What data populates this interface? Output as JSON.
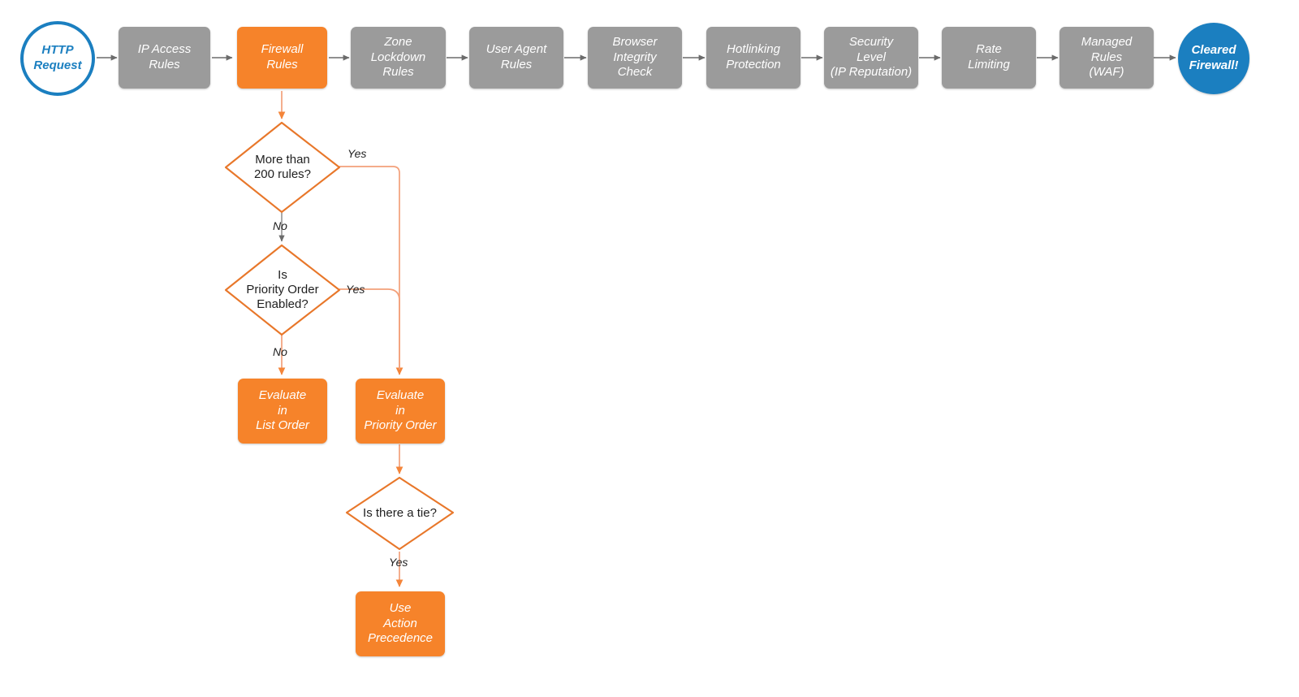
{
  "diagram": {
    "title": "Cloudflare request firewall evaluation order",
    "colors": {
      "gray_box": "#9b9b9b",
      "orange_box": "#f6832a",
      "blue": "#1b7fc0",
      "connector_gray": "#6b6b6b",
      "connector_orange": "#f3a07a",
      "text_dark": "#1f1f1f",
      "background": "#ffffff"
    },
    "pipeline": [
      {
        "id": "http-request",
        "label": "HTTP\nRequest",
        "shape": "circle-outline",
        "color": "#1b7fc0"
      },
      {
        "id": "ip-access-rules",
        "label": "IP Access\nRules",
        "shape": "box",
        "color": "#9b9b9b"
      },
      {
        "id": "firewall-rules",
        "label": "Firewall\nRules",
        "shape": "box",
        "color": "#f6832a"
      },
      {
        "id": "zone-lockdown-rules",
        "label": "Zone\nLockdown\nRules",
        "shape": "box",
        "color": "#9b9b9b"
      },
      {
        "id": "user-agent-rules",
        "label": "User Agent\nRules",
        "shape": "box",
        "color": "#9b9b9b"
      },
      {
        "id": "browser-integrity",
        "label": "Browser\nIntegrity\nCheck",
        "shape": "box",
        "color": "#9b9b9b"
      },
      {
        "id": "hotlinking",
        "label": "Hotlinking\nProtection",
        "shape": "box",
        "color": "#9b9b9b"
      },
      {
        "id": "security-level",
        "label": "Security\nLevel\n(IP Reputation)",
        "shape": "box",
        "color": "#9b9b9b"
      },
      {
        "id": "rate-limiting",
        "label": "Rate\nLimiting",
        "shape": "box",
        "color": "#9b9b9b"
      },
      {
        "id": "managed-rules",
        "label": "Managed\nRules\n(WAF)",
        "shape": "box",
        "color": "#9b9b9b"
      },
      {
        "id": "cleared-firewall",
        "label": "Cleared\nFirewall!",
        "shape": "circle-filled",
        "color": "#1b7fc0"
      }
    ],
    "decisions": [
      {
        "id": "more-than-200-rules",
        "label": "More than\n200 rules?"
      },
      {
        "id": "is-priority-order-enabled",
        "label": "Is\nPriority Order\nEnabled?"
      },
      {
        "id": "is-there-a-tie",
        "label": "Is there a tie?"
      }
    ],
    "actions": [
      {
        "id": "evaluate-in-list-order",
        "label": "Evaluate\nin\nList Order"
      },
      {
        "id": "evaluate-in-priority-order",
        "label": "Evaluate\nin\nPriority Order"
      },
      {
        "id": "use-action-precedence",
        "label": "Use\nAction\nPrecedence"
      }
    ],
    "edge_labels": [
      {
        "id": "edge-yes-200-rules",
        "text": "Yes"
      },
      {
        "id": "edge-no-200-rules",
        "text": "No"
      },
      {
        "id": "edge-yes-priority-order",
        "text": "Yes"
      },
      {
        "id": "edge-no-priority-order",
        "text": "No"
      },
      {
        "id": "edge-yes-tie",
        "text": "Yes"
      }
    ]
  }
}
